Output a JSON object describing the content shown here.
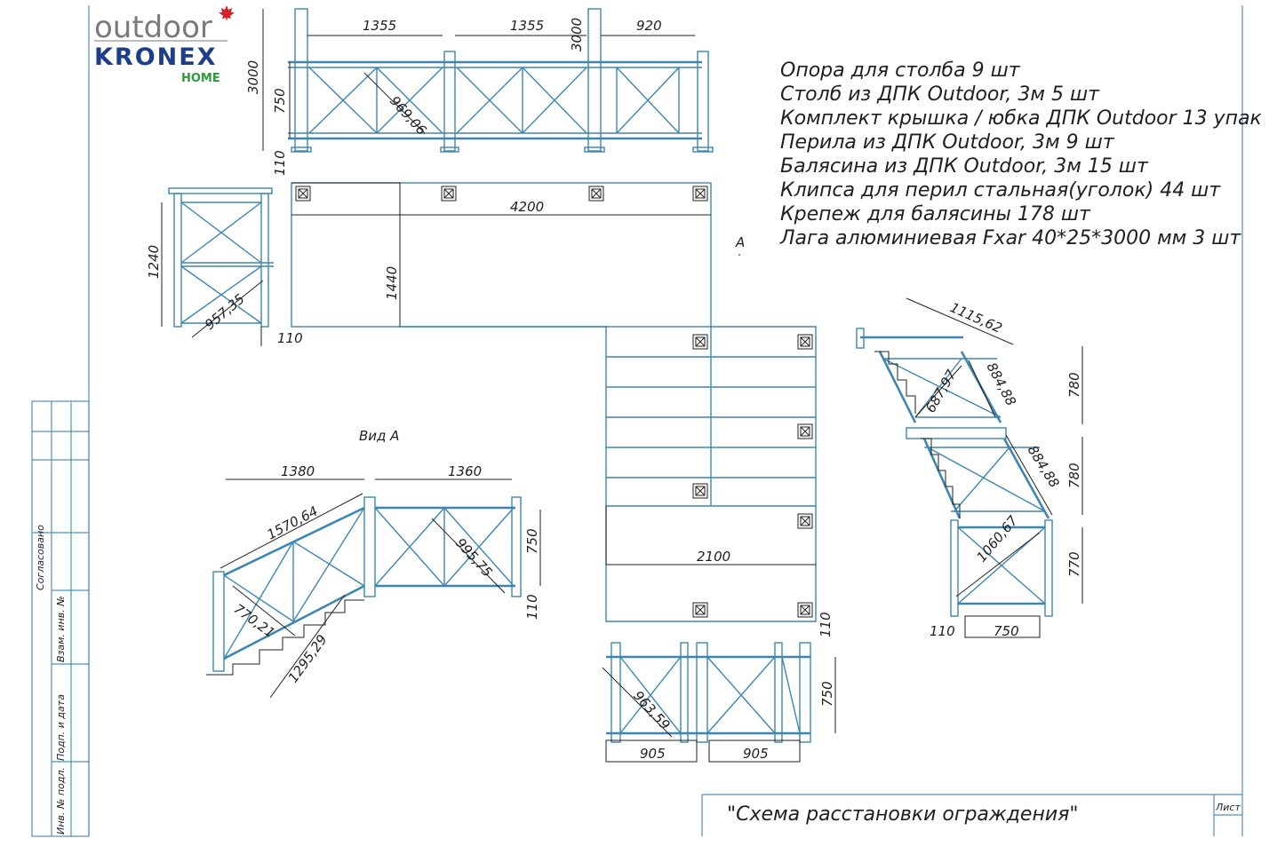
{
  "logo": {
    "brand_top": "outdoor",
    "brand_main": "KRONEX",
    "brand_sub": "HOME"
  },
  "specification": [
    "Опора для столба 9 шт",
    "Столб из ДПК Outdoor, 3м 5 шт",
    "Комплект крышка / юбка ДПК Outdoor 13 упак",
    "Перила из ДПК Outdoor, 3м        9 шт",
    "Балясина из ДПК Outdoor, 3м 15 шт",
    "Клипса для перил стальная(уголок) 44 шт",
    "Крепеж для балясины 178 шт",
    "Лага алюминиевая Fxar 40*25*3000 мм  3 шт"
  ],
  "view_marker": "А",
  "view_title": "Вид А",
  "dimensions": {
    "top_span_1": "1355",
    "top_span_2": "1355",
    "top_span_3": "920",
    "top_height_left": "3000",
    "top_height_mid": "3000",
    "top_rail_750": "750",
    "top_base_110": "110",
    "top_diag": "969,06",
    "plan_length": "4200",
    "plan_width": "1440",
    "plan_stair_width": "2100",
    "left_height": "1240",
    "left_diag": "957,35",
    "left_base_110": "110",
    "viewa_span_1": "1380",
    "viewa_span_2": "1360",
    "viewa_diag_rail": "1570,64",
    "viewa_diag_mid": "995,75",
    "viewa_height_750": "750",
    "viewa_base_110": "110",
    "viewa_diag_low": "770,21",
    "viewa_diag_stair": "1295,29",
    "bottom_span_1": "905",
    "bottom_span_2": "905",
    "bottom_diag": "963,59",
    "bottom_height_750": "750",
    "bottom_base_110": "110",
    "right_rail_top": "1115,62",
    "right_diag_1": "884,88",
    "right_diag_2": "884,88",
    "right_diag_small": "687,97",
    "right_diag_low": "1060,67",
    "right_h_1": "780",
    "right_h_2": "780",
    "right_h_3": "770",
    "right_base_110": "110",
    "right_base_750": "750"
  },
  "title_block": {
    "drawing_title": "\"Схема расстановки ограждения\"",
    "sheet_label": "Лист"
  },
  "side_stamp": {
    "agreed": "Согласовано",
    "replaced_inv": "Взам. инв. №",
    "sign_date": "Подп. и дата",
    "inv_original": "Инв. № подл."
  },
  "colors": {
    "structure_blue": "#3d86b4",
    "ink": "#1f1f1f",
    "logo_grey": "#7a7a7a",
    "logo_navy": "#1d3f8a",
    "logo_green": "#2e9a3c",
    "maple_red": "#d2232a"
  }
}
